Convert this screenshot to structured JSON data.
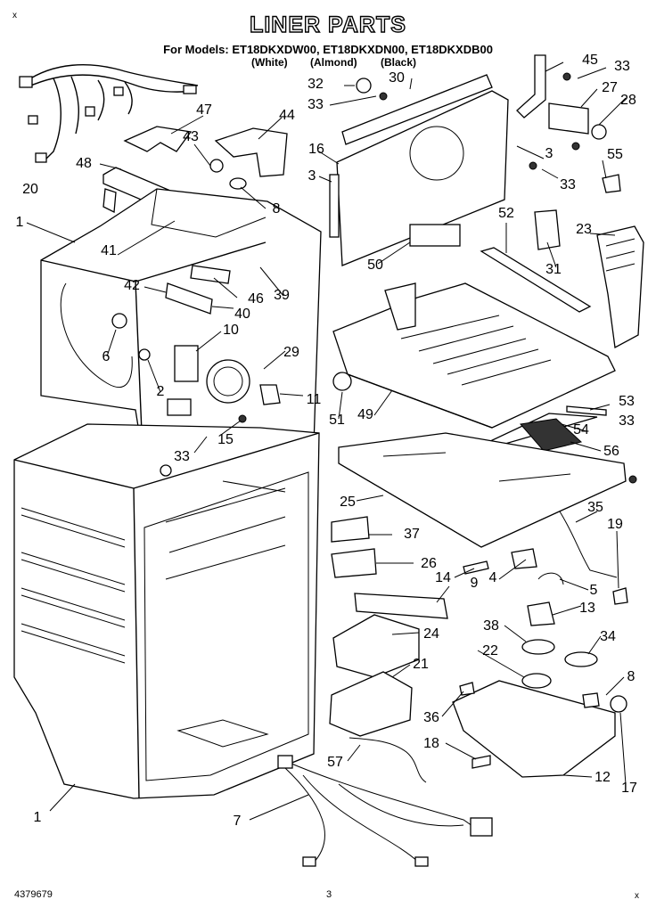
{
  "header": {
    "title": "LINER PARTS",
    "models_line": "For Models: ET18DKXDW00, ET18DKXDN00, ET18DKXDB00",
    "colors": [
      "(White)",
      "(Almond)",
      "(Black)"
    ]
  },
  "footer": {
    "doc_number": "4379679",
    "page_number": "3"
  },
  "corner_marks": [
    "x",
    "x"
  ],
  "callouts": [
    {
      "id": "c45",
      "text": "45"
    },
    {
      "id": "c33a",
      "text": "33"
    },
    {
      "id": "c32",
      "text": "32"
    },
    {
      "id": "c30",
      "text": "30"
    },
    {
      "id": "c27",
      "text": "27"
    },
    {
      "id": "c28",
      "text": "28"
    },
    {
      "id": "c33b",
      "text": "33"
    },
    {
      "id": "c47",
      "text": "47"
    },
    {
      "id": "c44",
      "text": "44"
    },
    {
      "id": "c43",
      "text": "43"
    },
    {
      "id": "c16",
      "text": "16"
    },
    {
      "id": "c3a",
      "text": "3"
    },
    {
      "id": "c3b",
      "text": "3"
    },
    {
      "id": "c33c",
      "text": "33"
    },
    {
      "id": "c55",
      "text": "55"
    },
    {
      "id": "c48",
      "text": "48"
    },
    {
      "id": "c20",
      "text": "20"
    },
    {
      "id": "c8a",
      "text": "8"
    },
    {
      "id": "c52",
      "text": "52"
    },
    {
      "id": "c23",
      "text": "23"
    },
    {
      "id": "c1a",
      "text": "1"
    },
    {
      "id": "c41",
      "text": "41"
    },
    {
      "id": "c50",
      "text": "50"
    },
    {
      "id": "c31",
      "text": "31"
    },
    {
      "id": "c42",
      "text": "42"
    },
    {
      "id": "c46",
      "text": "46"
    },
    {
      "id": "c39",
      "text": "39"
    },
    {
      "id": "c40",
      "text": "40"
    },
    {
      "id": "c6",
      "text": "6"
    },
    {
      "id": "c10",
      "text": "10"
    },
    {
      "id": "c29",
      "text": "29"
    },
    {
      "id": "c2",
      "text": "2"
    },
    {
      "id": "c11",
      "text": "11"
    },
    {
      "id": "c51",
      "text": "51"
    },
    {
      "id": "c49",
      "text": "49"
    },
    {
      "id": "c53",
      "text": "53"
    },
    {
      "id": "c33d",
      "text": "33"
    },
    {
      "id": "c54",
      "text": "54"
    },
    {
      "id": "c15",
      "text": "15"
    },
    {
      "id": "c33e",
      "text": "33"
    },
    {
      "id": "c56",
      "text": "56"
    },
    {
      "id": "c25",
      "text": "25"
    },
    {
      "id": "c35",
      "text": "35"
    },
    {
      "id": "c19",
      "text": "19"
    },
    {
      "id": "c37",
      "text": "37"
    },
    {
      "id": "c26",
      "text": "26"
    },
    {
      "id": "c14",
      "text": "14"
    },
    {
      "id": "c9",
      "text": "9"
    },
    {
      "id": "c4",
      "text": "4"
    },
    {
      "id": "c5",
      "text": "5"
    },
    {
      "id": "c13",
      "text": "13"
    },
    {
      "id": "c38",
      "text": "38"
    },
    {
      "id": "c24",
      "text": "24"
    },
    {
      "id": "c22",
      "text": "22"
    },
    {
      "id": "c34",
      "text": "34"
    },
    {
      "id": "c21",
      "text": "21"
    },
    {
      "id": "c8b",
      "text": "8"
    },
    {
      "id": "c36",
      "text": "36"
    },
    {
      "id": "c18",
      "text": "18"
    },
    {
      "id": "c57",
      "text": "57"
    },
    {
      "id": "c12",
      "text": "12"
    },
    {
      "id": "c17",
      "text": "17"
    },
    {
      "id": "c1b",
      "text": "1"
    },
    {
      "id": "c7",
      "text": "7"
    }
  ]
}
